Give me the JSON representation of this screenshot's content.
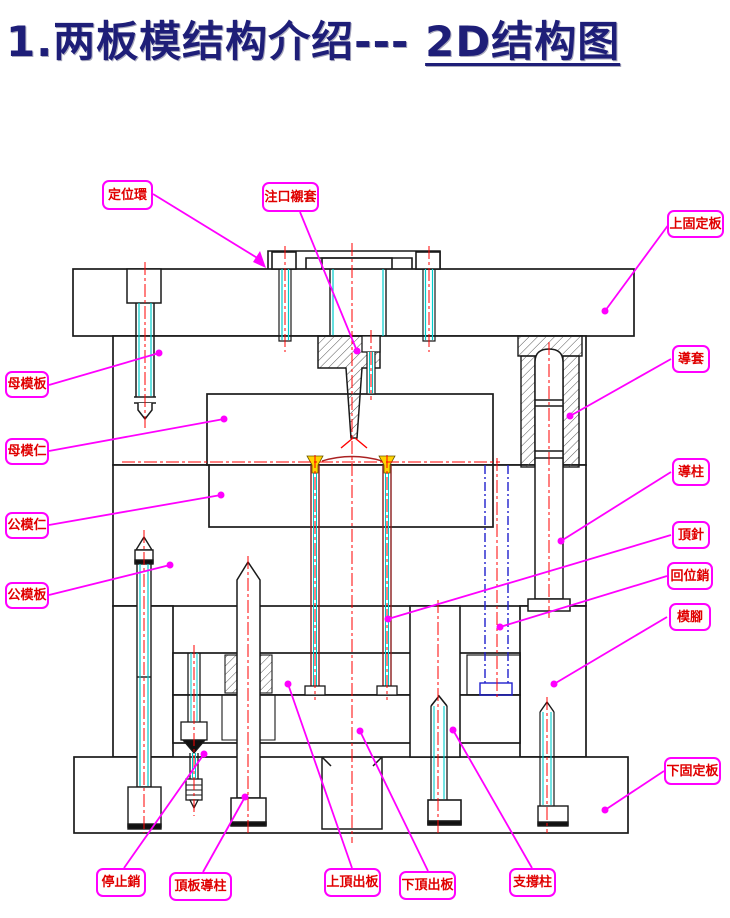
{
  "title": {
    "main": "1.两板模结构介绍---",
    "underlined": "2D结构图"
  },
  "colors": {
    "title_text": "#1e1e78",
    "label_border": "#ff00ff",
    "label_text": "#e00000",
    "leader_line": "#ff00ff",
    "drawing_line": "#1a1a1a",
    "centerline_red": "#ff0000",
    "hidden_line_blue": "#2020cc",
    "highlight_cyan": "#00cccc",
    "gate_mark_yellow": "#ffd400"
  },
  "diagram": {
    "labels": [
      {
        "id": "locating-ring",
        "text": "定位環"
      },
      {
        "id": "sprue-bushing",
        "text": "注口襯套"
      },
      {
        "id": "top-clamping-plate",
        "text": "上固定板"
      },
      {
        "id": "cavity-plate",
        "text": "母模板"
      },
      {
        "id": "cavity-insert",
        "text": "母模仁"
      },
      {
        "id": "core-insert",
        "text": "公模仁"
      },
      {
        "id": "core-plate",
        "text": "公模板"
      },
      {
        "id": "guide-bushing",
        "text": "導套"
      },
      {
        "id": "guide-pillar",
        "text": "導柱"
      },
      {
        "id": "ejector-pin",
        "text": "頂針"
      },
      {
        "id": "return-pin",
        "text": "回位銷"
      },
      {
        "id": "mold-feet",
        "text": "模腳"
      },
      {
        "id": "bottom-clamping-plate",
        "text": "下固定板"
      },
      {
        "id": "stop-pin",
        "text": "停止銷"
      },
      {
        "id": "ejector-guide-pillar",
        "text": "頂板導柱"
      },
      {
        "id": "upper-ejector-plate",
        "text": "上頂出板"
      },
      {
        "id": "lower-ejector-plate",
        "text": "下頂出板"
      },
      {
        "id": "support-pillar",
        "text": "支撐柱"
      }
    ]
  }
}
